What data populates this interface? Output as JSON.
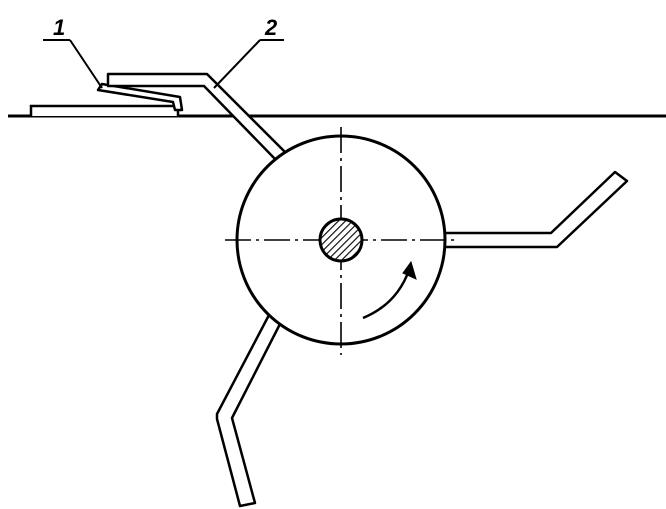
{
  "labels": {
    "part_1": "1",
    "part_2": "2"
  },
  "colors": {
    "stroke": "#000000",
    "background": "#ffffff",
    "hatch": "#000000"
  },
  "rotation_direction": "clockwise"
}
